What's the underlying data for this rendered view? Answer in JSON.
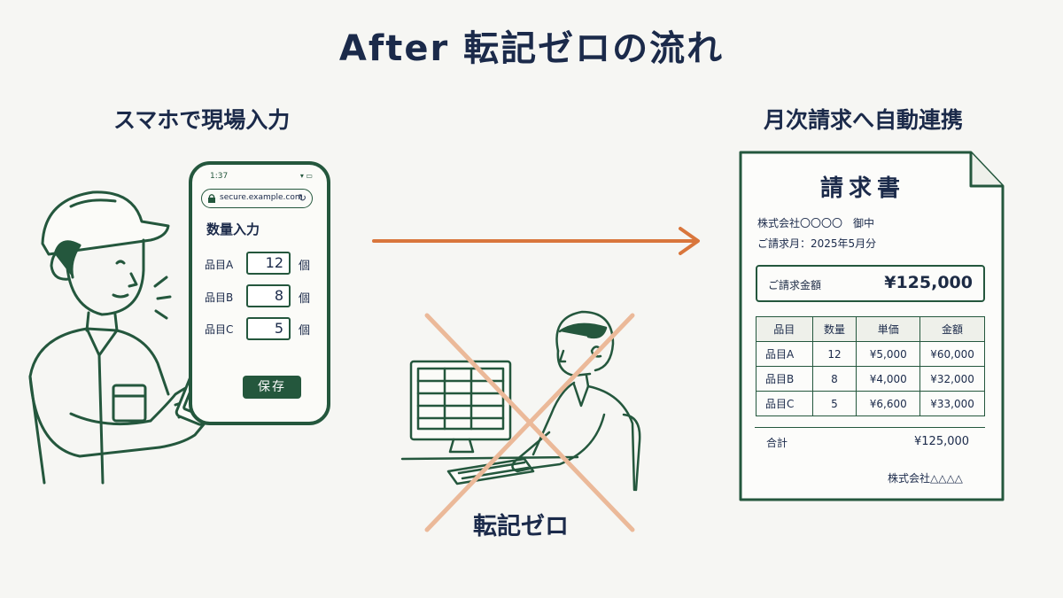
{
  "title": "After 転記ゼロの流れ",
  "left": {
    "label": "スマホで現場入力",
    "phone": {
      "time": "1:37",
      "url": "secure.example.com",
      "heading": "数量入力",
      "items": [
        {
          "name": "品目A",
          "qty": "12",
          "unit": "個"
        },
        {
          "name": "品目B",
          "qty": "8",
          "unit": "個"
        },
        {
          "name": "品目C",
          "qty": "5",
          "unit": "個"
        }
      ],
      "save_label": "保存"
    }
  },
  "middle": {
    "label": "転記ゼロ"
  },
  "right": {
    "label": "月次請求へ自動連携",
    "invoice": {
      "title": "請求書",
      "addressee": "株式会社〇〇〇〇　御中",
      "month": "ご請求月：2025年5月分",
      "amount_label": "ご請求金額",
      "amount_value": "¥125,000",
      "headers": [
        "品目",
        "数量",
        "単価",
        "金額"
      ],
      "rows": [
        [
          "品目A",
          "12",
          "¥5,000",
          "¥60,000"
        ],
        [
          "品目B",
          "8",
          "¥4,000",
          "¥32,000"
        ],
        [
          "品目C",
          "5",
          "¥6,600",
          "¥33,000"
        ]
      ],
      "sum_label": "合計",
      "sum_value": "¥125,000",
      "issuer": "株式会社△△△△"
    }
  },
  "colors": {
    "green": "#24573d",
    "navy": "#1b2a4a",
    "orange": "#d9763c",
    "cross": "#ebb999"
  },
  "icons": [
    "worker-icon",
    "smartphone-icon",
    "lock-icon",
    "reload-icon",
    "arrow-right-icon",
    "office-worker-icon",
    "computer-monitor-icon",
    "keyboard-icon",
    "cross-mark-icon",
    "document-icon"
  ]
}
